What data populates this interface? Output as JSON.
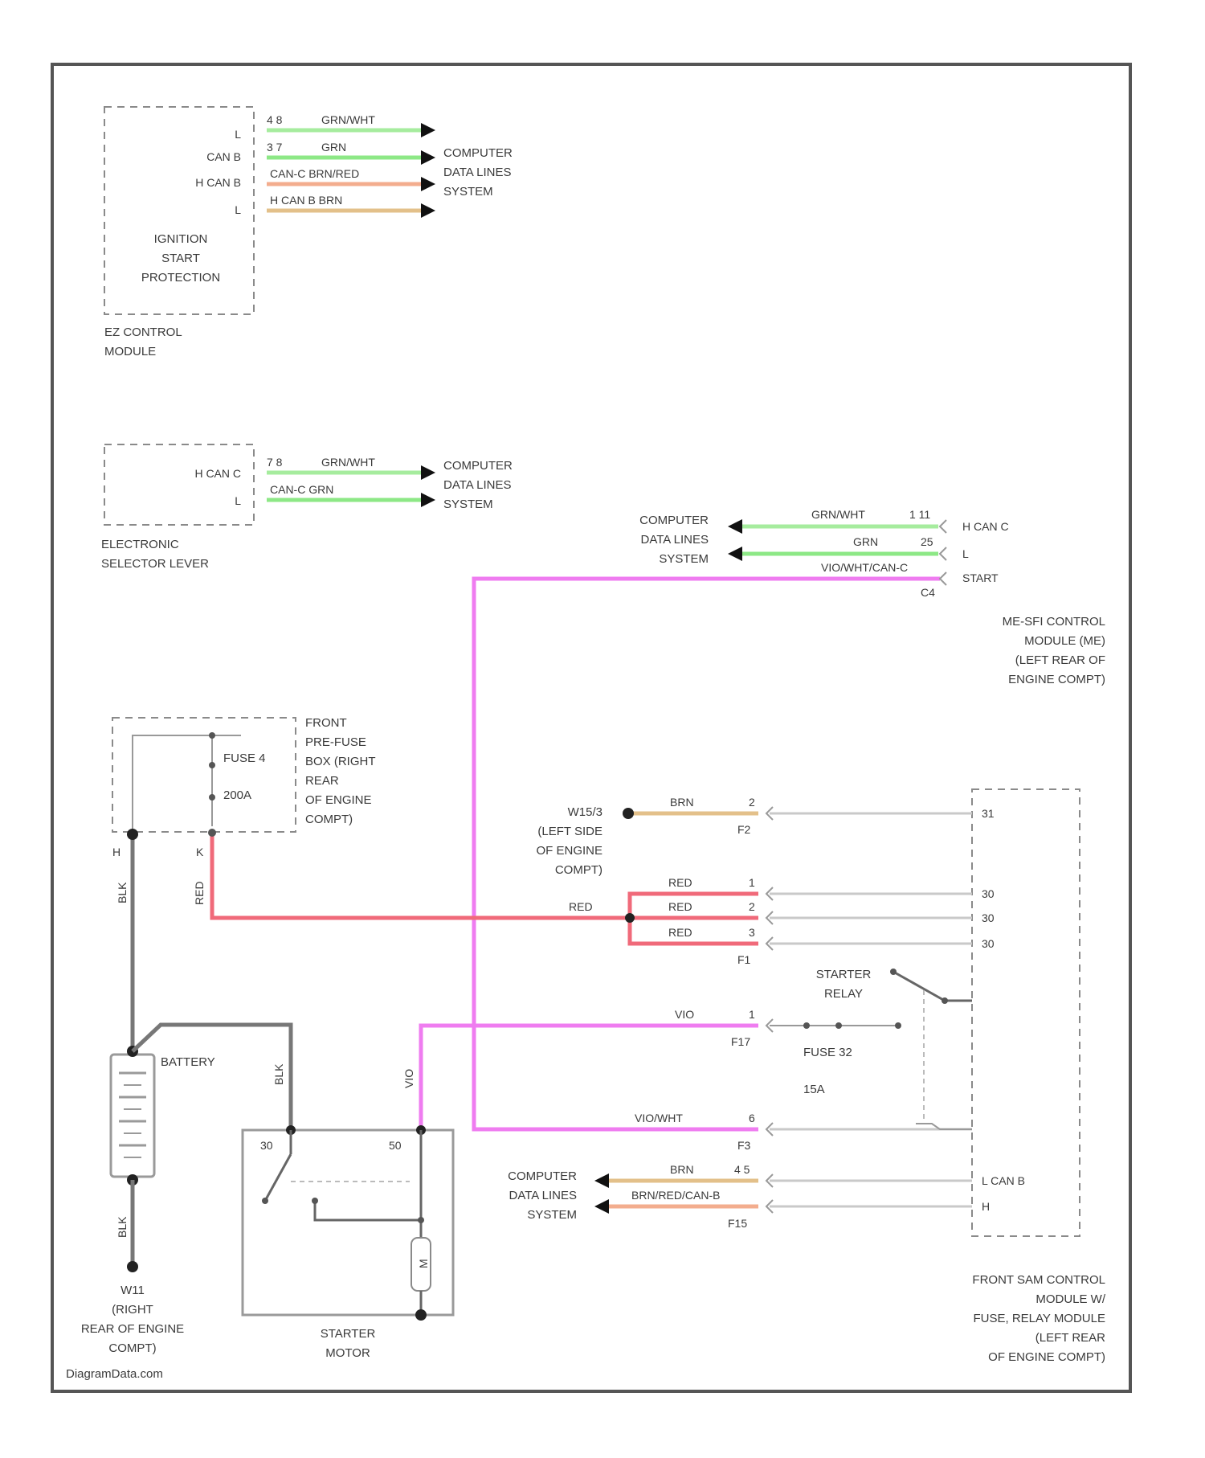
{
  "colors": {
    "grn_wht": "#a6ec9e",
    "grn": "#8de886",
    "brn_red": "#f3ad8e",
    "brn": "#e3c08a",
    "red": "#f06a7a",
    "vio": "#ef7cf0",
    "blk": "#777777",
    "gray_wire": "#c9c9c9"
  },
  "modules": {
    "ezs": {
      "internal": [
        "IGNITION",
        "START",
        "PROTECTION"
      ],
      "caption": [
        "EZ CONTROL",
        "MODULE"
      ],
      "pins": [
        "L",
        "CAN B",
        "H CAN B",
        "L",
        "",
        ""
      ]
    },
    "esl": {
      "caption": [
        "ELECTRONIC",
        "SELECTOR LEVER"
      ],
      "pins": [
        "H CAN C",
        "L",
        ""
      ]
    },
    "sam_rear": {
      "caption": [
        "ME-SFI CONTROL",
        "MODULE (ME)",
        "(LEFT REAR OF",
        "ENGINE COMPT)"
      ],
      "pins": [
        "H CAN C",
        "L",
        "START"
      ]
    },
    "prefuse": {
      "caption": [
        "FRONT",
        "PRE-FUSE",
        "BOX (RIGHT",
        "REAR",
        "OF ENGINE",
        "COMPT)"
      ],
      "fuse_name": "FUSE 4",
      "fuse_rating": "200A"
    },
    "front_sam": {
      "caption": [
        "FRONT SAM CONTROL",
        "MODULE W/",
        "FUSE, RELAY MODULE",
        "(LEFT REAR",
        "OF ENGINE COMPT)"
      ],
      "pins": [
        "31",
        "30",
        "30",
        "30",
        "L CAN B",
        "H"
      ]
    },
    "starter": {
      "caption": [
        "STARTER",
        "MOTOR"
      ],
      "pin_30": "30",
      "pin_50": "50",
      "coil": "M"
    },
    "battery": {
      "label": "BATTERY"
    },
    "ground": [
      "W11",
      "(RIGHT",
      "REAR OF ENGINE",
      "COMPT)"
    ],
    "ground_w15": [
      "W15/3",
      "(LEFT SIDE",
      "OF ENGINE",
      "COMPT)"
    ],
    "relay": [
      "STARTER",
      "RELAY"
    ],
    "fuse_f32": {
      "name": "FUSE 32",
      "rating": "15A"
    }
  },
  "wires": {
    "ezs": [
      {
        "pins": "4 8",
        "label": "GRN/WHT"
      },
      {
        "pins": "3 7",
        "label": "GRN"
      },
      {
        "pins": "",
        "label": "CAN-C BRN/RED"
      },
      {
        "pins": "",
        "label": "H CAN B BRN"
      }
    ],
    "esl": [
      {
        "pins": "7 8",
        "label": "GRN/WHT"
      },
      {
        "pins": "",
        "label": "CAN-C GRN"
      }
    ],
    "me": [
      {
        "pins": "1 11",
        "label": "GRN/WHT"
      },
      {
        "pins": "25",
        "label": "GRN"
      },
      {
        "pins": "C4",
        "label": "VIO/WHT/CAN-C"
      }
    ],
    "front_sam": [
      {
        "pin": "2",
        "conn": "F2",
        "label": "BRN"
      },
      {
        "pin": "1",
        "label": "RED"
      },
      {
        "pin": "2",
        "label": "RED"
      },
      {
        "pin": "3",
        "conn": "F1",
        "label": "RED"
      },
      {
        "pin": "1",
        "conn": "F17",
        "label": "VIO"
      },
      {
        "pin": "6",
        "conn": "F3",
        "label": "VIO/WHT"
      },
      {
        "pins": "4 5",
        "label": "BRN"
      },
      {
        "pin": "",
        "conn": "F15",
        "label": "BRN/RED/CAN-B"
      }
    ],
    "red_main": "RED",
    "vio_vert": "VIO",
    "blk_batt": "BLK",
    "blk_gnd": "BLK",
    "blk_prefuse": "BLK",
    "red_prefuse": "RED",
    "pre_pins": [
      "H",
      "K"
    ]
  },
  "destinations": {
    "cdl": [
      "COMPUTER",
      "DATA LINES",
      "SYSTEM"
    ]
  },
  "watermark": "DiagramData.com"
}
